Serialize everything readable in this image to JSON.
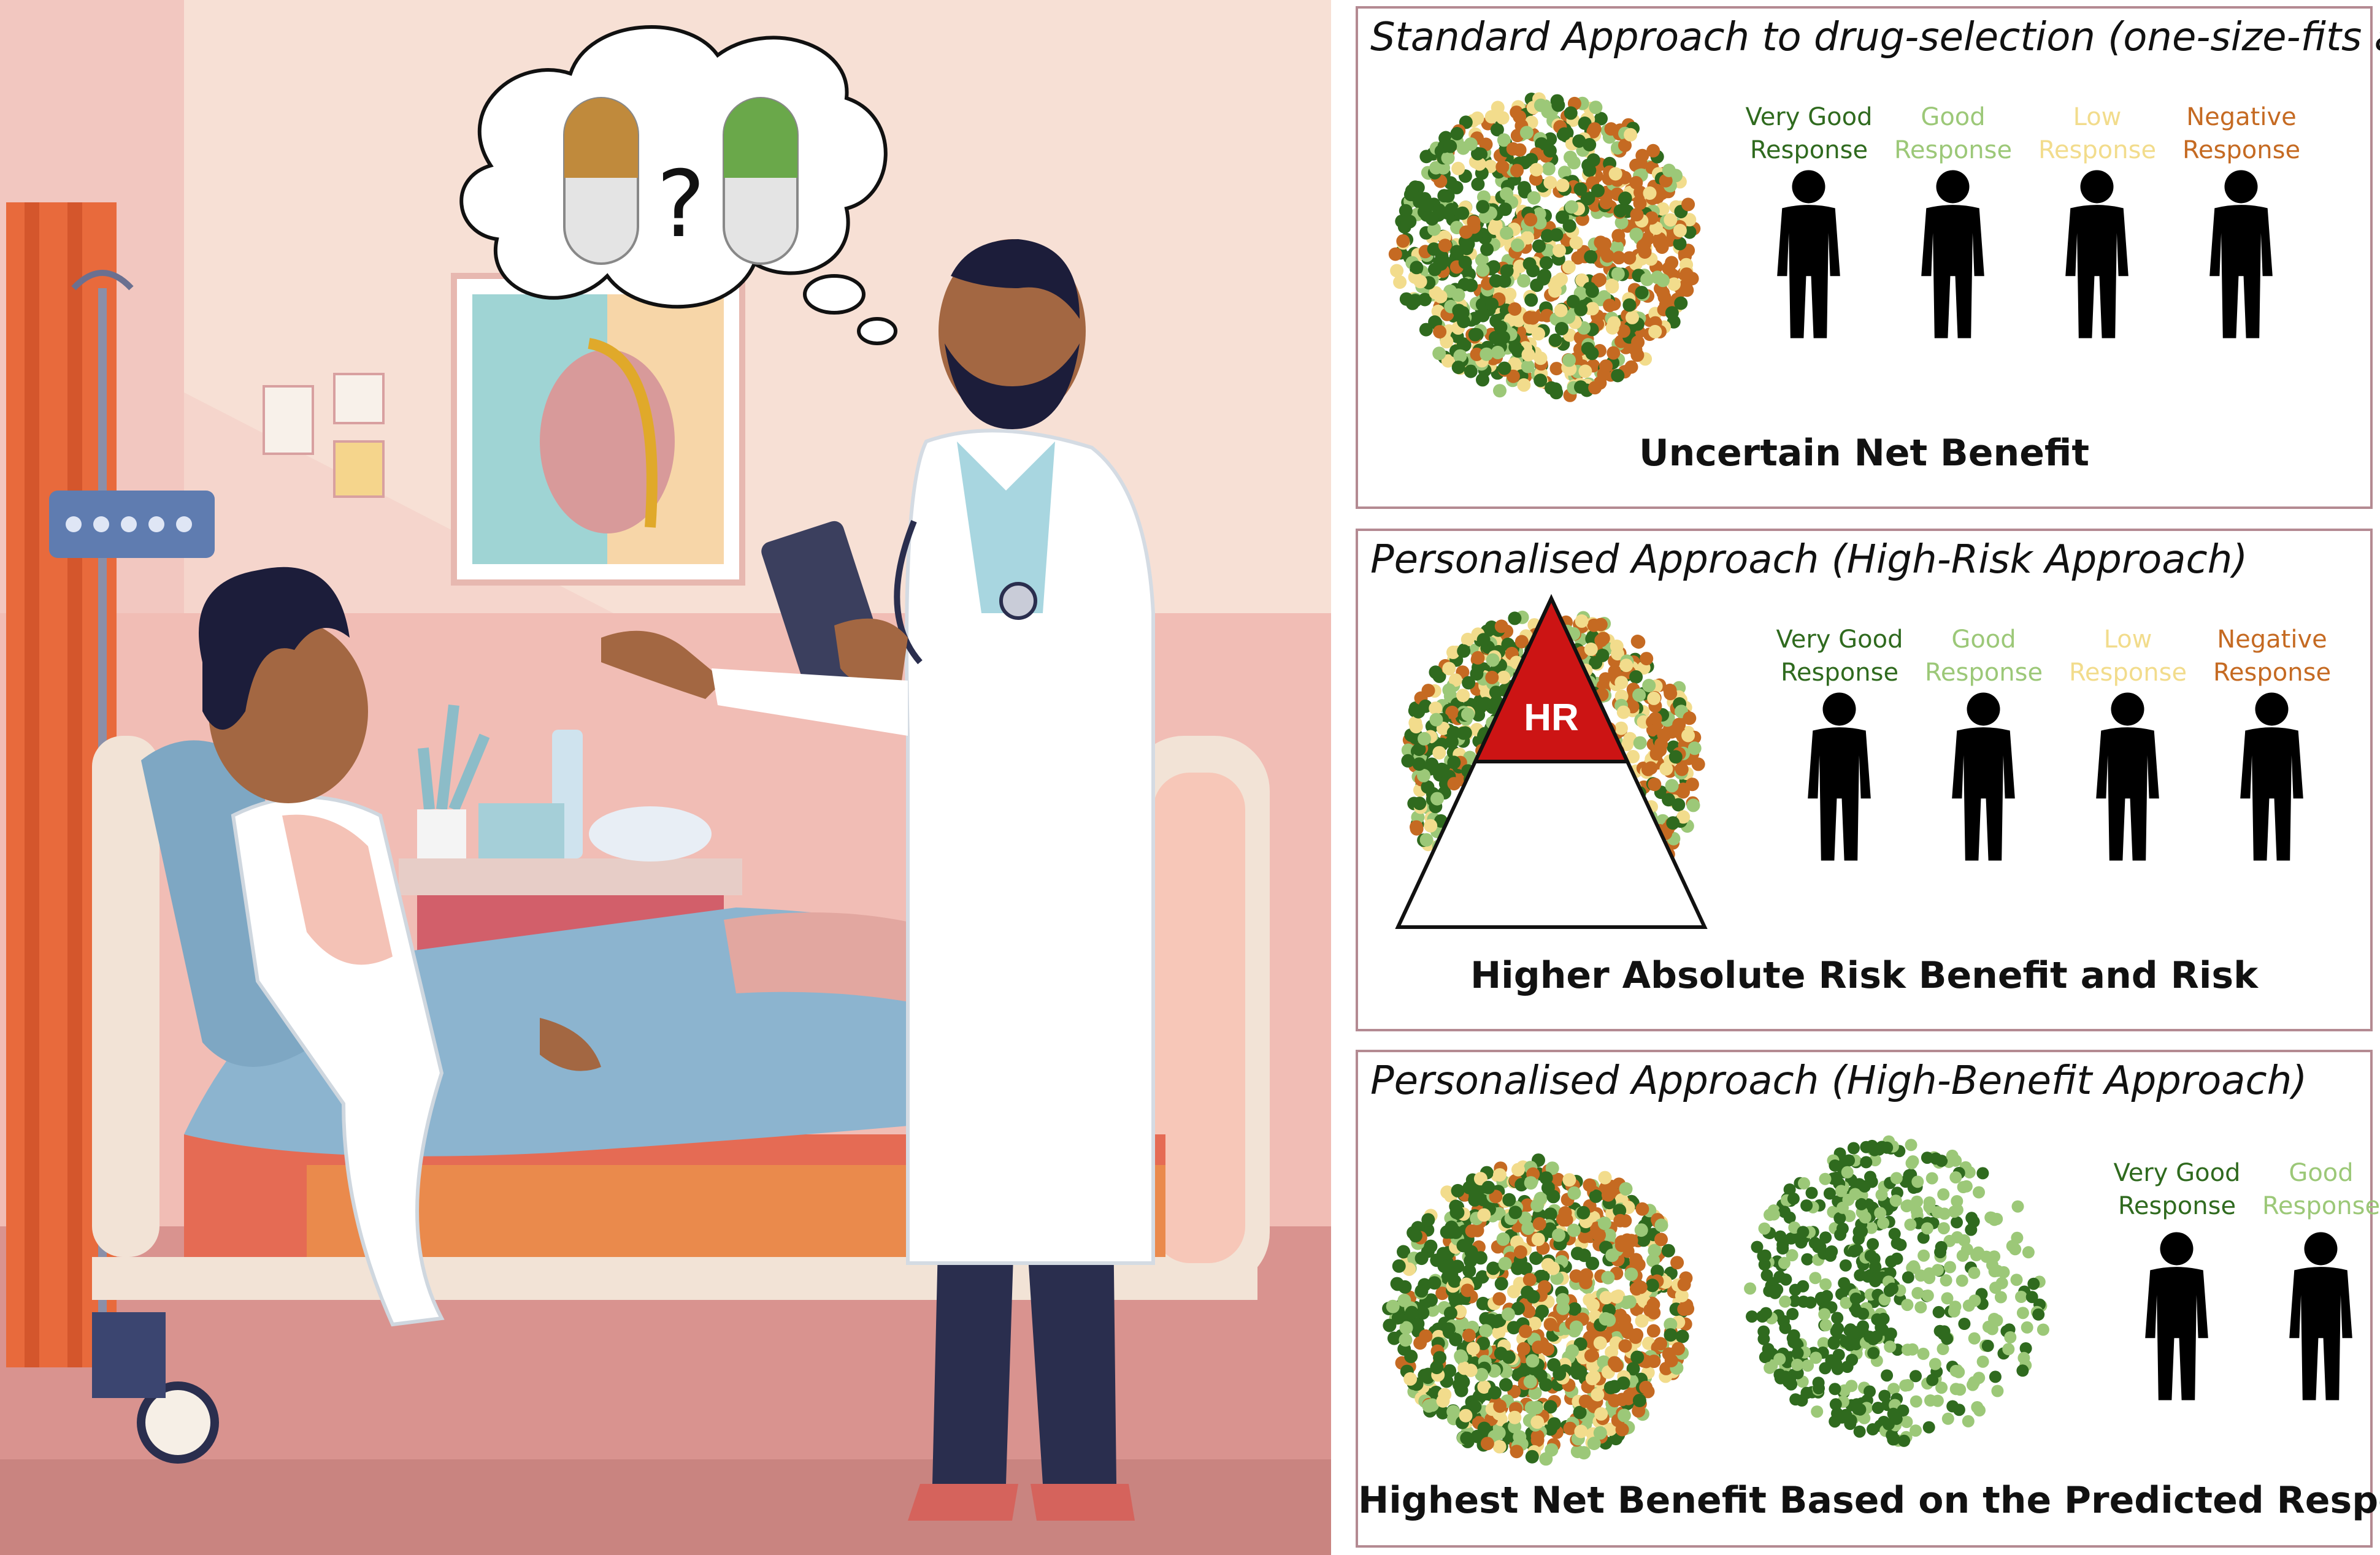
{
  "illustration": {
    "question_mark": "?"
  },
  "colors": {
    "very_good": "#2f6a1e",
    "good": "#9cc878",
    "low": "#f2dc8c",
    "negative": "#c56a22",
    "hr_red": "#cc1414",
    "panel_border": "#b48a92"
  },
  "panels": [
    {
      "title": "Standard Approach to drug-selection (one-size-fits all)",
      "footer": "Uncertain Net Benefit",
      "responses": [
        {
          "label": "Very Good Response",
          "line1": "Very Good",
          "line2": "Response",
          "color": "#2f6a1e"
        },
        {
          "label": "Good Response",
          "line1": "Good",
          "line2": "Response",
          "color": "#9cc878"
        },
        {
          "label": "Low Response",
          "line1": "Low",
          "line2": "Response",
          "color": "#f2dc8c"
        },
        {
          "label": "Negative Response",
          "line1": "Negative",
          "line2": "Response",
          "color": "#c56a22"
        }
      ]
    },
    {
      "title": "Personalised Approach (High-Risk Approach)",
      "footer": "Higher Absolute Risk Benefit and Risk",
      "hr_label": "HR",
      "responses": [
        {
          "label": "Very Good Response",
          "line1": "Very Good",
          "line2": "Response",
          "color": "#2f6a1e"
        },
        {
          "label": "Good Response",
          "line1": "Good",
          "line2": "Response",
          "color": "#9cc878"
        },
        {
          "label": "Low Response",
          "line1": "Low",
          "line2": "Response",
          "color": "#f2dc8c"
        },
        {
          "label": "Negative Response",
          "line1": "Negative",
          "line2": "Response",
          "color": "#c56a22"
        }
      ]
    },
    {
      "title": "Personalised Approach (High-Benefit Approach)",
      "footer": "Highest Net Benefit Based on the Predicted Response",
      "responses": [
        {
          "label": "Very Good Response",
          "line1": "Very Good",
          "line2": "Response",
          "color": "#2f6a1e"
        },
        {
          "label": "Good Response",
          "line1": "Good",
          "line2": "Response",
          "color": "#9cc878"
        }
      ]
    }
  ]
}
